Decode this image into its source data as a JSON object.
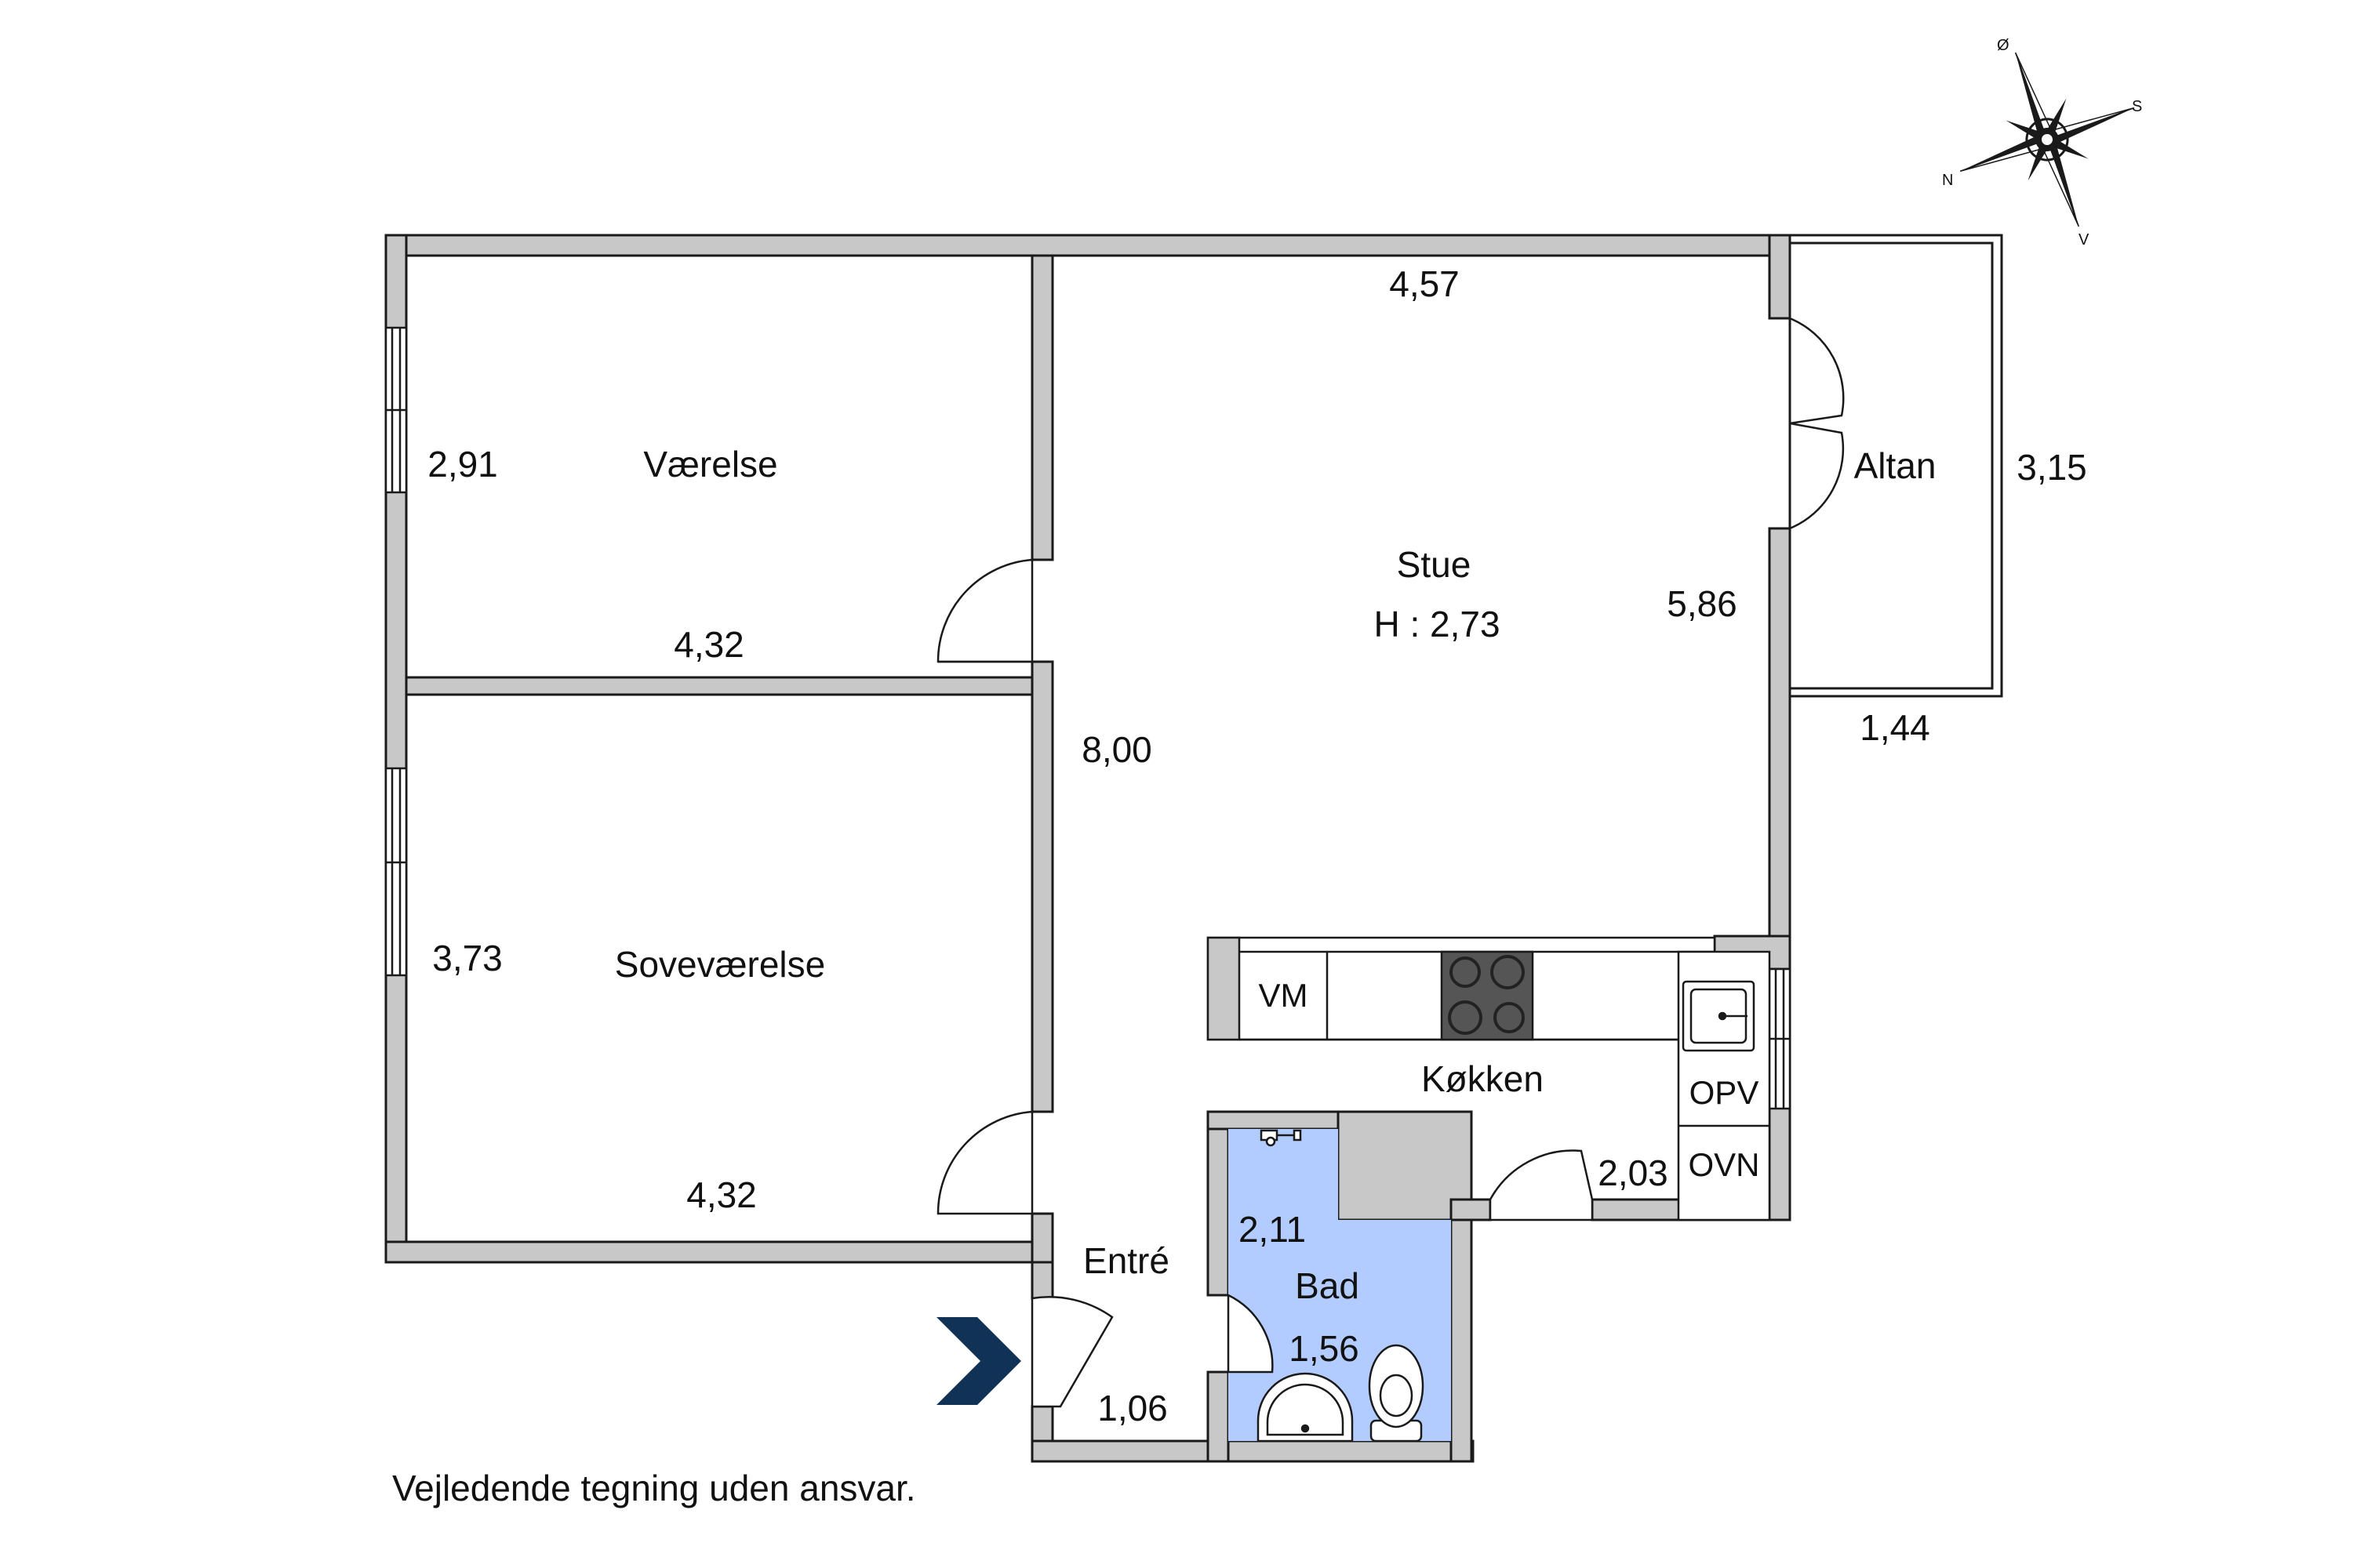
{
  "colors": {
    "wall": "#c8c8c8",
    "outline": "#1a1a1a",
    "bathroom": "#b3ccff",
    "entry_arrow": "#0f3256",
    "hob": "#555555"
  },
  "rooms": {
    "vaerelse": "Værelse",
    "sovevaerelse": "Soveværelse",
    "stue": "Stue",
    "stue_height": "H : 2,73",
    "altan": "Altan",
    "koekken": "Køkken",
    "bad": "Bad",
    "entre": "Entré"
  },
  "dimensions": {
    "stue_width": "4,57",
    "stue_depth": "5,86",
    "vaerelse_depth": "2,91",
    "vaerelse_width": "4,32",
    "sovevaerelse_depth": "3,73",
    "sovevaerelse_width": "4,32",
    "hall_length": "8,00",
    "altan_depth": "3,15",
    "altan_width": "1,44",
    "kitchen_width": "2,03",
    "bad_depth": "2,11",
    "bad_width": "1,56",
    "entre_width": "1,06"
  },
  "appliances": {
    "vm": "VM",
    "opv": "OPV",
    "ovn": "OVN"
  },
  "compass": {
    "north": "N",
    "south": "S",
    "east": "Ø",
    "west": "V"
  },
  "disclaimer": "Vejledende tegning uden ansvar."
}
